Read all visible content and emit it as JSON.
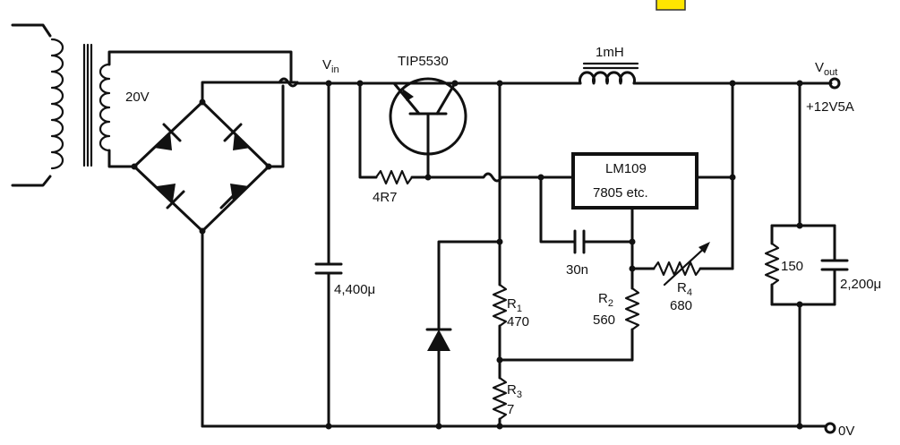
{
  "transformer": {
    "secondary_label": "20V"
  },
  "rails": {
    "vin_label": "V",
    "vin_sub": "in",
    "vout_label": "V",
    "vout_sub": "out",
    "vout_rating": "+12V5A",
    "ground_label": "0V"
  },
  "transistor": {
    "label": "TIP5530"
  },
  "inductor": {
    "label": "1mH"
  },
  "regulator": {
    "line1": "LM109",
    "line2": "7805 etc."
  },
  "resistors": {
    "r4r7": "4R7",
    "r1_name": "R",
    "r1_sub": "1",
    "r1_value": "470",
    "r2_name": "R",
    "r2_sub": "2",
    "r2_value": "560",
    "r3_name": "R",
    "r3_sub": "3",
    "r3_value": "7",
    "r4_name": "R",
    "r4_sub": "4",
    "r4_value": "680",
    "r150": "150"
  },
  "capacitors": {
    "c_in": "4,400μ",
    "c_30n": "30n",
    "c_out": "2,200μ"
  },
  "colors": {
    "ink": "#111111",
    "highlight": "#ffe600"
  }
}
